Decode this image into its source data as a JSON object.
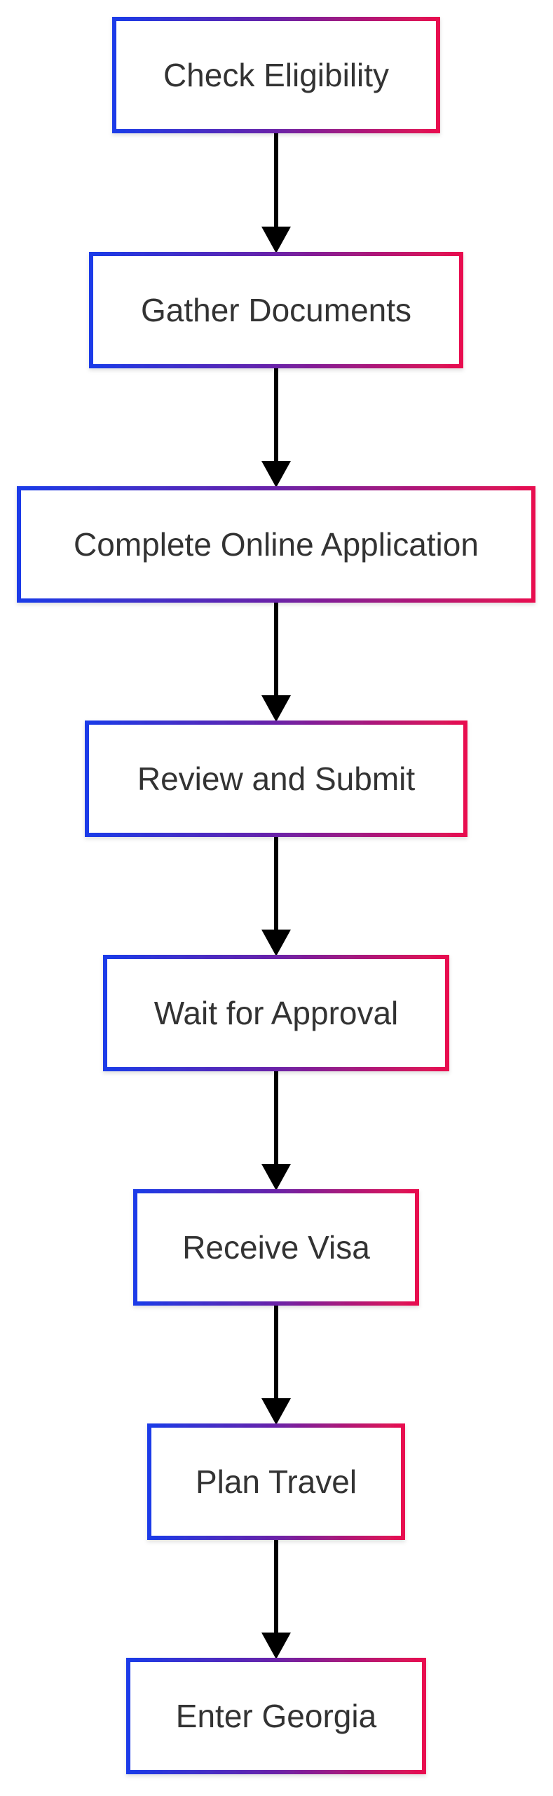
{
  "diagram": {
    "type": "flowchart",
    "direction": "top-to-bottom",
    "colors": {
      "border_gradient_start": "#1a3be8",
      "border_gradient_mid": "#6a22a8",
      "border_gradient_end": "#e8104f",
      "node_fill": "#ffffff",
      "text": "#333333",
      "arrow": "#000000",
      "background": "#ffffff"
    },
    "nodes": [
      {
        "id": "check-eligibility",
        "label": "Check Eligibility"
      },
      {
        "id": "gather-documents",
        "label": "Gather Documents"
      },
      {
        "id": "complete-online-application",
        "label": "Complete Online Application"
      },
      {
        "id": "review-and-submit",
        "label": "Review and Submit"
      },
      {
        "id": "wait-for-approval",
        "label": "Wait for Approval"
      },
      {
        "id": "receive-visa",
        "label": "Receive Visa"
      },
      {
        "id": "plan-travel",
        "label": "Plan Travel"
      },
      {
        "id": "enter-georgia",
        "label": "Enter Georgia"
      }
    ],
    "edges": [
      {
        "from": "check-eligibility",
        "to": "gather-documents"
      },
      {
        "from": "gather-documents",
        "to": "complete-online-application"
      },
      {
        "from": "complete-online-application",
        "to": "review-and-submit"
      },
      {
        "from": "review-and-submit",
        "to": "wait-for-approval"
      },
      {
        "from": "wait-for-approval",
        "to": "receive-visa"
      },
      {
        "from": "receive-visa",
        "to": "plan-travel"
      },
      {
        "from": "plan-travel",
        "to": "enter-georgia"
      }
    ]
  }
}
